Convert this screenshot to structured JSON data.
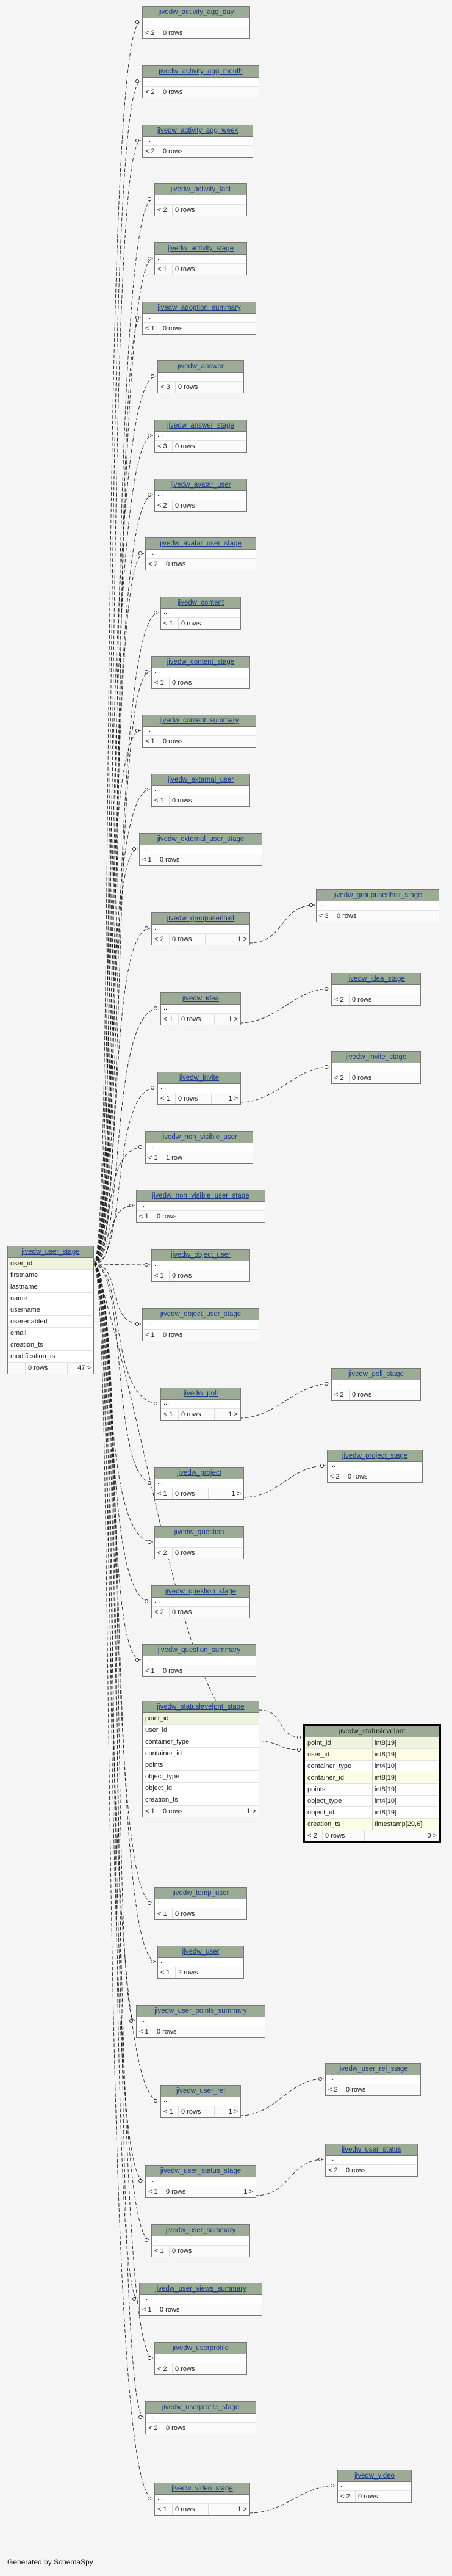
{
  "tables": [
    {
      "name": "jivedw_activity_agg_day",
      "link": true,
      "parent_count": "< 2",
      "rows": "0 rows"
    },
    {
      "name": "jivedw_activity_agg_month",
      "link": true,
      "parent_count": "< 2",
      "rows": "0 rows"
    },
    {
      "name": "jivedw_activity_agg_week",
      "link": true,
      "parent_count": "< 2",
      "rows": "0 rows"
    },
    {
      "name": "jivedw_activity_fact",
      "link": true,
      "parent_count": "< 2",
      "rows": "0 rows"
    },
    {
      "name": "jivedw_activity_stage",
      "link": true,
      "parent_count": "< 1",
      "rows": "0 rows"
    },
    {
      "name": "jivedw_adoption_summary",
      "link": true,
      "parent_count": "< 1",
      "rows": "0 rows"
    },
    {
      "name": "jivedw_answer",
      "link": true,
      "parent_count": "< 3",
      "rows": "0 rows"
    },
    {
      "name": "jivedw_answer_stage",
      "link": true,
      "parent_count": "< 3",
      "rows": "0 rows"
    },
    {
      "name": "jivedw_avatar_user",
      "link": true,
      "parent_count": "< 2",
      "rows": "0 rows"
    },
    {
      "name": "jivedw_avatar_user_stage",
      "link": true,
      "parent_count": "< 2",
      "rows": "0 rows"
    },
    {
      "name": "jivedw_content",
      "link": true,
      "parent_count": "< 1",
      "rows": "0 rows"
    },
    {
      "name": "jivedw_content_stage",
      "link": true,
      "parent_count": "< 1",
      "rows": "0 rows"
    },
    {
      "name": "jivedw_content_summary",
      "link": true,
      "parent_count": "< 1",
      "rows": "0 rows"
    },
    {
      "name": "jivedw_external_user",
      "link": true,
      "parent_count": "< 1",
      "rows": "0 rows"
    },
    {
      "name": "jivedw_external_user_stage",
      "link": true,
      "parent_count": "< 1",
      "rows": "0 rows"
    },
    {
      "name": "jivedw_groupuserlhist",
      "link": true,
      "parent_count": "< 2",
      "rows": "0 rows",
      "child_count": "1 >"
    },
    {
      "name": "jivedw_idea",
      "link": true,
      "parent_count": "< 1",
      "rows": "0 rows",
      "child_count": "1 >"
    },
    {
      "name": "jivedw_invite",
      "link": true,
      "parent_count": "< 1",
      "rows": "0 rows",
      "child_count": "1 >"
    },
    {
      "name": "jivedw_non_visible_user",
      "link": true,
      "parent_count": "< 1",
      "rows": "1 row"
    },
    {
      "name": "jivedw_non_visible_user_stage",
      "link": true,
      "parent_count": "< 1",
      "rows": "0 rows"
    },
    {
      "name": "jivedw_object_user",
      "link": true,
      "parent_count": "< 1",
      "rows": "0 rows"
    },
    {
      "name": "jivedw_object_user_stage",
      "link": true,
      "parent_count": "< 1",
      "rows": "0 rows"
    },
    {
      "name": "jivedw_poll",
      "link": true,
      "parent_count": "< 1",
      "rows": "0 rows",
      "child_count": "1 >"
    },
    {
      "name": "jivedw_project",
      "link": true,
      "parent_count": "< 1",
      "rows": "0 rows",
      "child_count": "1 >"
    },
    {
      "name": "jivedw_question",
      "link": true,
      "parent_count": "< 2",
      "rows": "0 rows"
    },
    {
      "name": "jivedw_question_stage",
      "link": true,
      "parent_count": "< 2",
      "rows": "0 rows"
    },
    {
      "name": "jivedw_question_summary",
      "link": true,
      "parent_count": "< 1",
      "rows": "0 rows"
    },
    {
      "name": "jivedw_temp_user",
      "link": true,
      "parent_count": "< 1",
      "rows": "0 rows"
    },
    {
      "name": "jivedw_user",
      "link": true,
      "parent_count": "< 1",
      "rows": "2 rows"
    },
    {
      "name": "jivedw_user_points_summary",
      "link": true,
      "parent_count": "< 1",
      "rows": "0 rows"
    },
    {
      "name": "jivedw_user_rel",
      "link": true,
      "parent_count": "< 1",
      "rows": "0 rows",
      "child_count": "1 >"
    },
    {
      "name": "jivedw_user_status_stage",
      "link": true,
      "parent_count": "< 1",
      "rows": "0 rows",
      "child_count": "1 >"
    },
    {
      "name": "jivedw_user_summary",
      "link": true,
      "parent_count": "< 1",
      "rows": "0 rows"
    },
    {
      "name": "jivedw_user_views_summary",
      "link": true,
      "parent_count": "< 1",
      "rows": "0 rows"
    },
    {
      "name": "jivedw_userprofile",
      "link": true,
      "parent_count": "< 2",
      "rows": "0 rows"
    },
    {
      "name": "jivedw_userprofile_stage",
      "link": true,
      "parent_count": "< 2",
      "rows": "0 rows"
    },
    {
      "name": "jivedw_video_stage",
      "link": true,
      "parent_count": "< 1",
      "rows": "0 rows",
      "child_count": "1 >"
    },
    {
      "name": "jivedw_groupuserlhist_stage",
      "link": true,
      "parent_count": "< 3",
      "rows": "0 rows"
    },
    {
      "name": "jivedw_idea_stage",
      "link": true,
      "parent_count": "< 2",
      "rows": "0 rows"
    },
    {
      "name": "jivedw_invite_stage",
      "link": true,
      "parent_count": "< 2",
      "rows": "0 rows"
    },
    {
      "name": "jivedw_poll_stage",
      "link": true,
      "parent_count": "< 2",
      "rows": "0 rows"
    },
    {
      "name": "jivedw_project_stage",
      "link": true,
      "parent_count": "< 2",
      "rows": "0 rows"
    },
    {
      "name": "jivedw_user_rel_stage",
      "link": true,
      "parent_count": "< 2",
      "rows": "0 rows"
    },
    {
      "name": "jivedw_user_status",
      "link": true,
      "parent_count": "< 2",
      "rows": "0 rows"
    },
    {
      "name": "jivedw_video",
      "link": true,
      "parent_count": "< 2",
      "rows": "0 rows"
    }
  ],
  "user_stage": {
    "name": "jivedw_user_stage",
    "columns": [
      "user_id",
      "firstname",
      "lastname",
      "name",
      "username",
      "userenabled",
      "email",
      "creation_ts",
      "modification_ts"
    ],
    "rows": "0 rows",
    "child_count": "47 >"
  },
  "statuslevelpnt_stage": {
    "name": "jivedw_statuslevelpnt_stage",
    "columns": [
      "point_id",
      "user_id",
      "container_type",
      "container_id",
      "points",
      "object_type",
      "object_id",
      "creation_ts"
    ],
    "parent_count": "< 1",
    "rows": "0 rows",
    "child_count": "1 >"
  },
  "statuslevelpnt": {
    "name": "jivedw_statuslevelpnt",
    "columns": [
      {
        "name": "point_id",
        "type": "int8[19]"
      },
      {
        "name": "user_id",
        "type": "int8[19]"
      },
      {
        "name": "container_type",
        "type": "int4[10]"
      },
      {
        "name": "container_id",
        "type": "int8[19]"
      },
      {
        "name": "points",
        "type": "int8[19]"
      },
      {
        "name": "object_type",
        "type": "int4[10]"
      },
      {
        "name": "object_id",
        "type": "int8[19]"
      },
      {
        "name": "creation_ts",
        "type": "timestamp[29,6]"
      }
    ],
    "parent_count": "< 2",
    "rows": "0 rows",
    "child_count": "0 >"
  },
  "footer": "Generated by SchemaSpy"
}
